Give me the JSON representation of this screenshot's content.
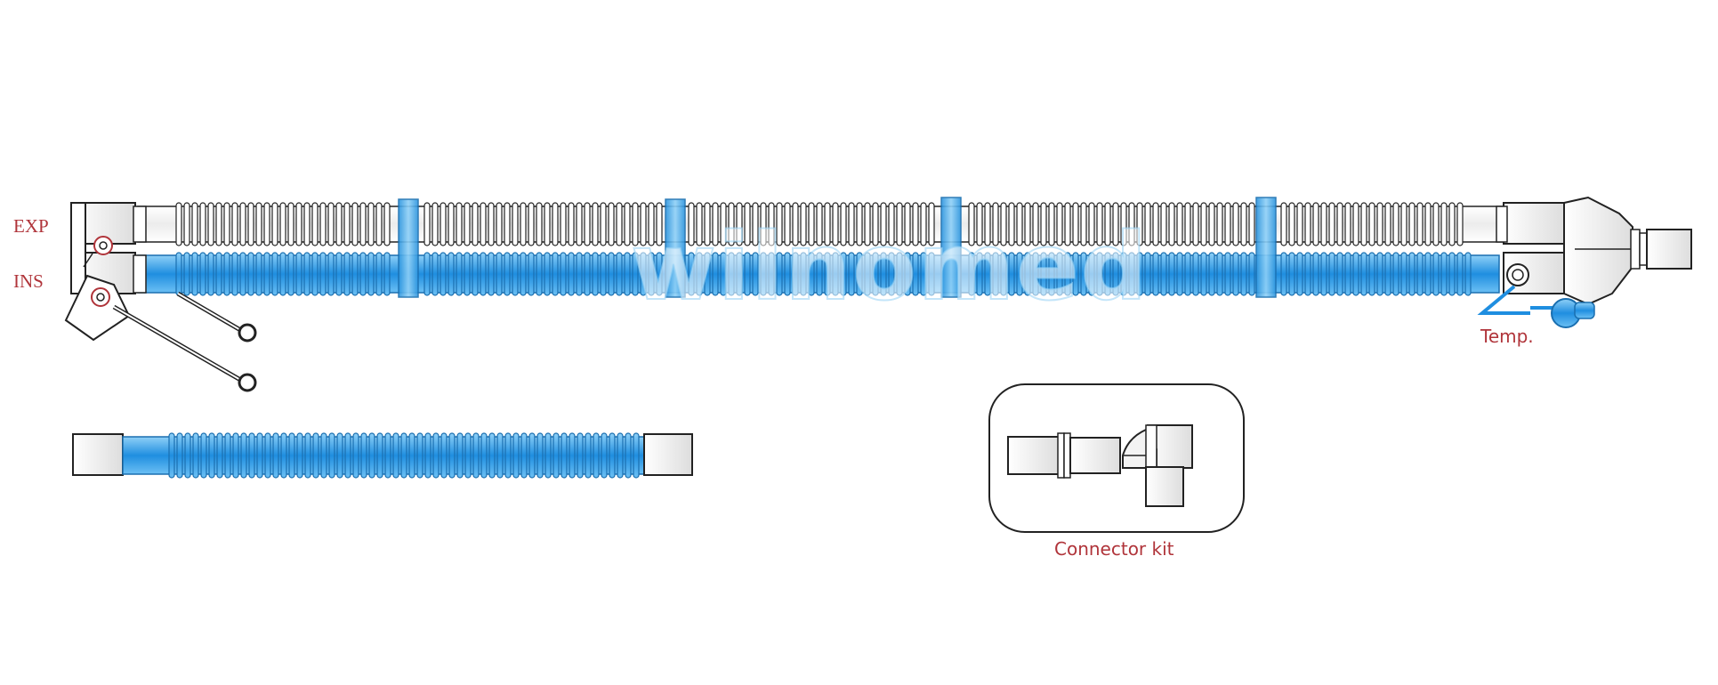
{
  "labels": {
    "exp": "EXP",
    "ins": "INS",
    "temp": "Temp.",
    "connector_kit": "Connector kit"
  },
  "watermark": "wilnomed",
  "colors": {
    "label_red": "#b0343a",
    "tube_blue_dark": "#1f8ee0",
    "tube_blue_light": "#8fd0f7",
    "outline": "#222222",
    "grey_tube": "#f2f2f2"
  }
}
